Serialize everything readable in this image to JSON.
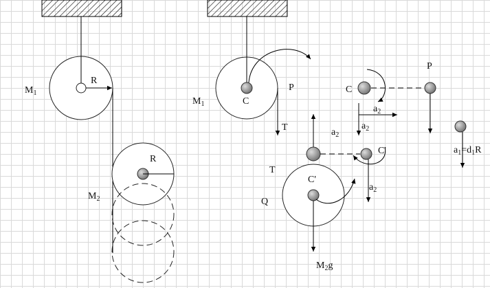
{
  "labels": {
    "m1_base": "M",
    "m1_sub": "1",
    "m2_base": "M",
    "m2_sub": "2",
    "radius": "R",
    "center": "C",
    "center_prime": "C'",
    "point_p": "P",
    "tension": "T",
    "force_q": "Q",
    "accel_base": "a",
    "accel_sub": "2",
    "a1_base": "a",
    "a1_sub": "1",
    "a1_eq": "=d",
    "a1_eq_sub": "1",
    "a1_r": "R",
    "weight_base": "M",
    "weight_sub": "2",
    "weight_g": "g"
  }
}
